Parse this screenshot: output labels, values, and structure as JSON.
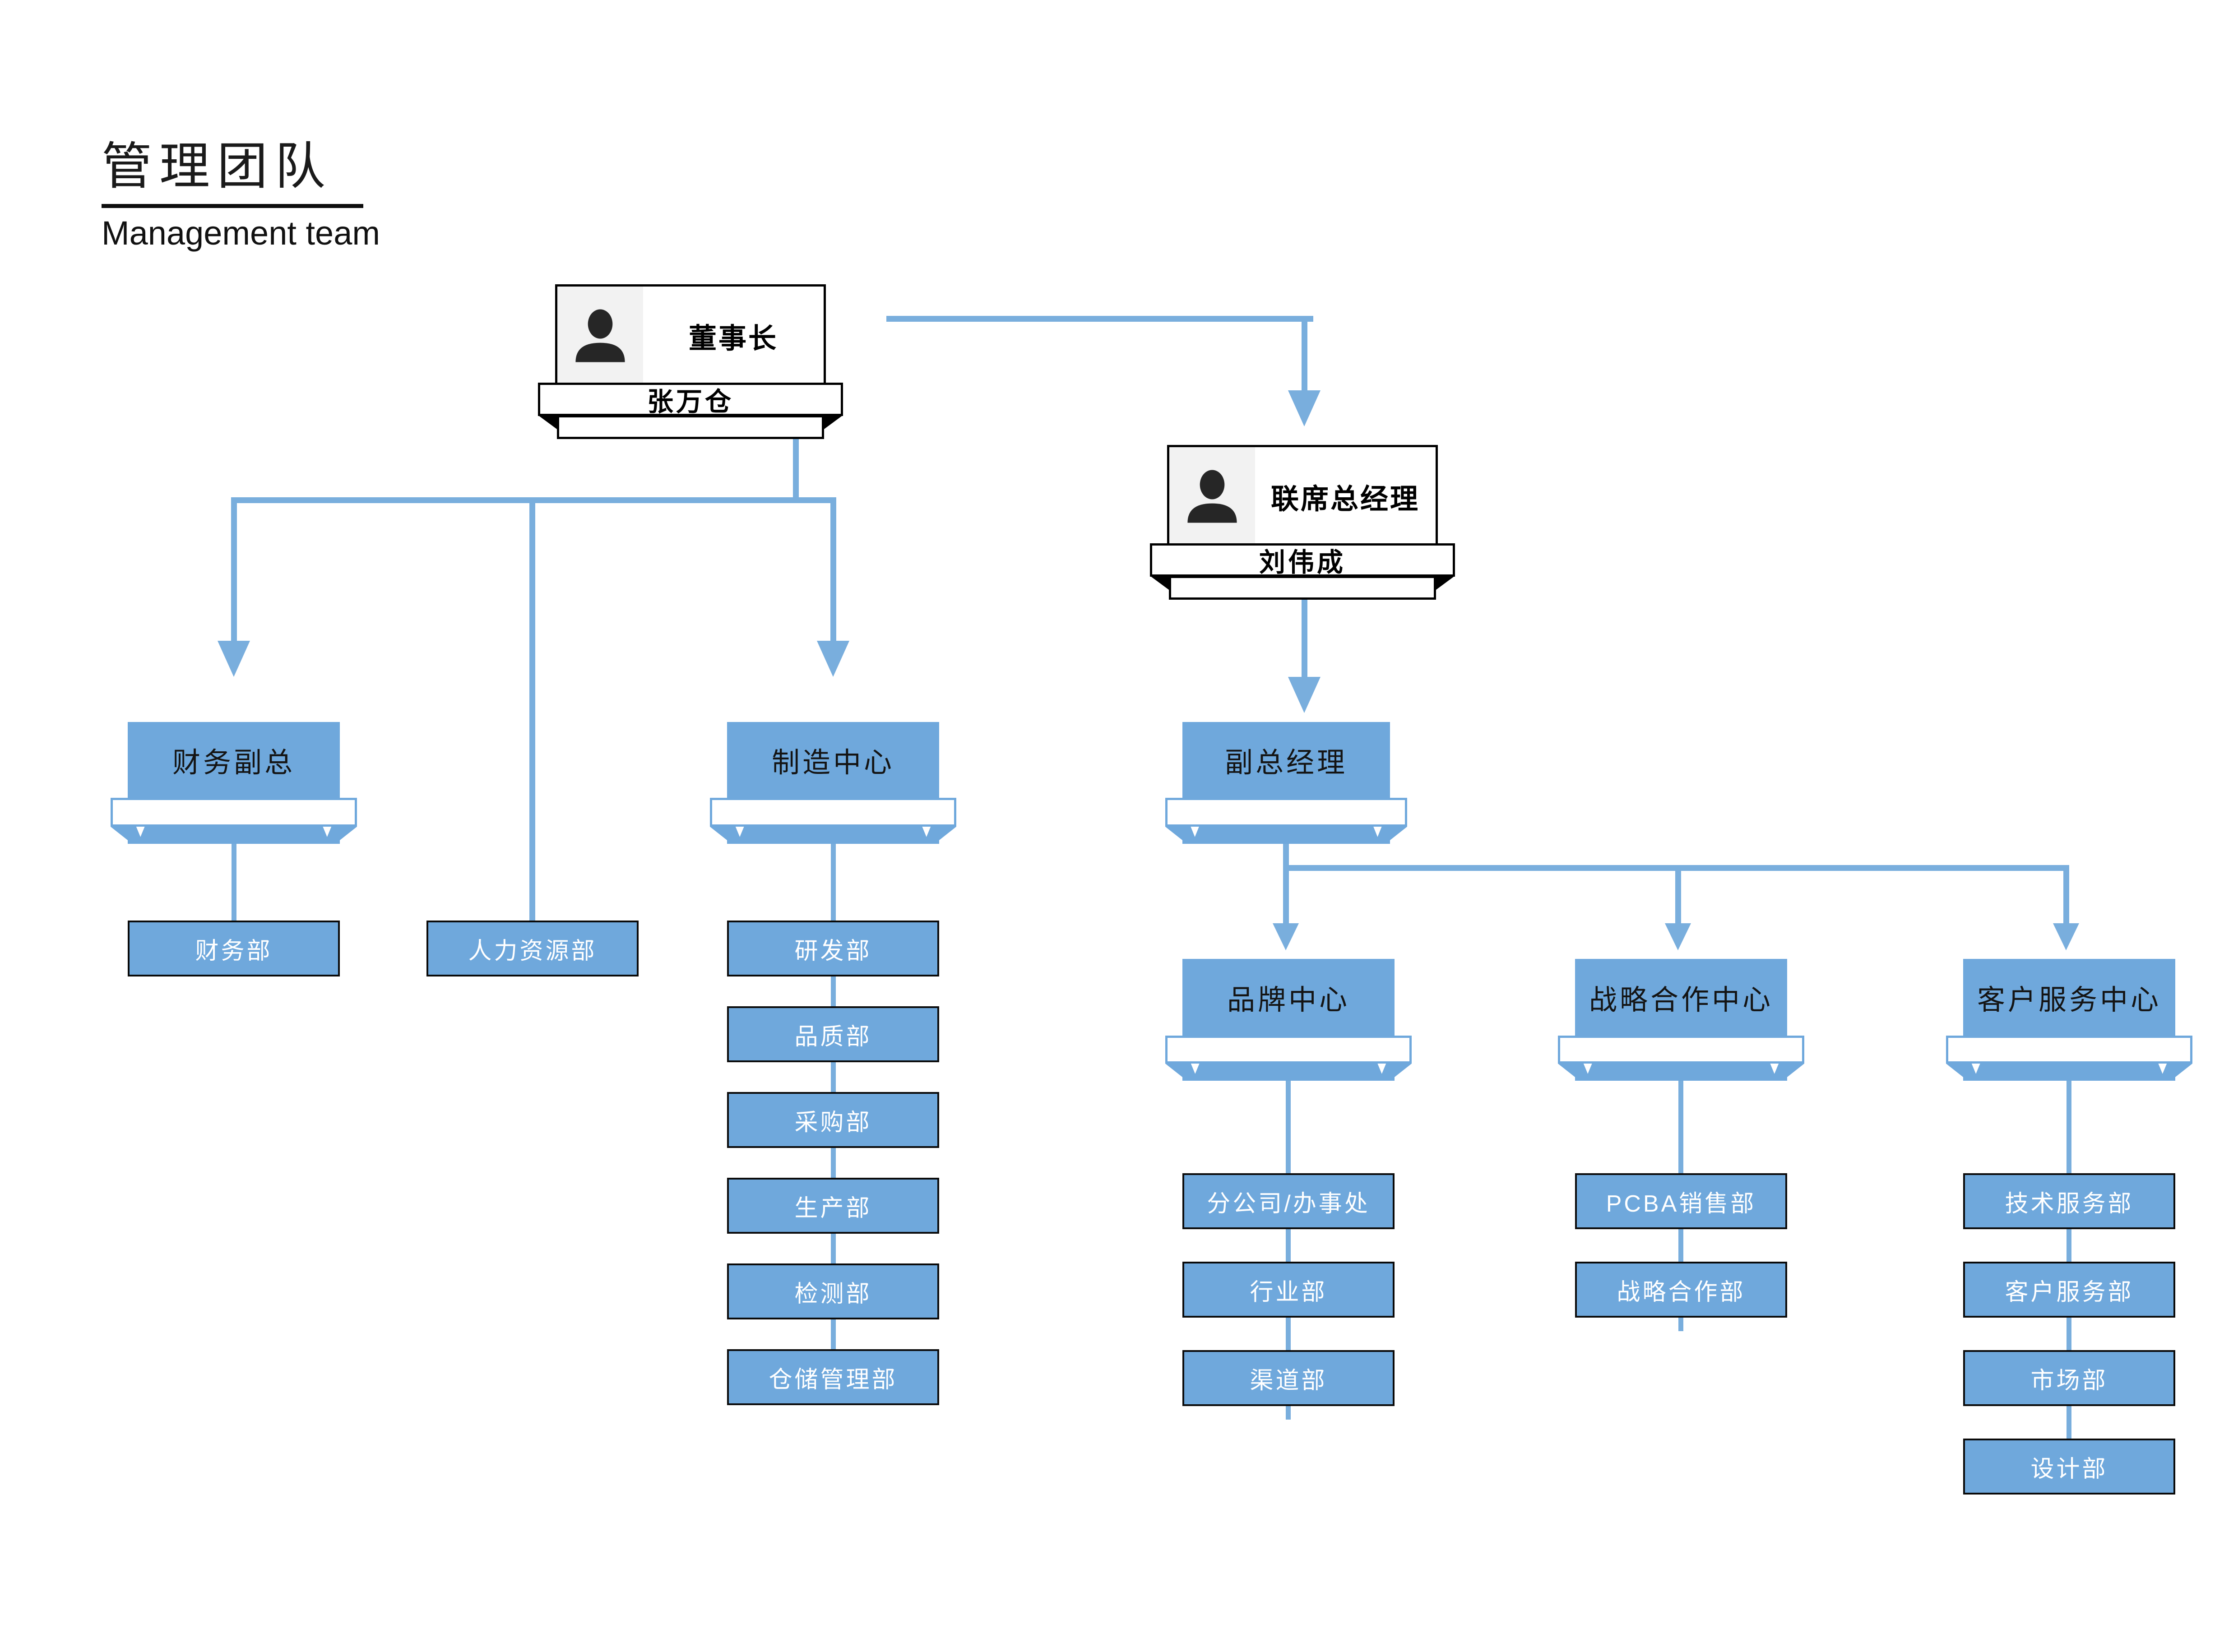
{
  "title": {
    "zh": "管理团队",
    "en": "Management team"
  },
  "colors": {
    "box_blue": "#6fa8dc",
    "connector_blue": "#79aedd",
    "border_black": "#000000",
    "dept_text": "#ffffff",
    "photo_bg": "#f2f2f2",
    "title_text": "#1a1a1a"
  },
  "icons": {
    "person": "person-silhouette-icon"
  },
  "org": {
    "chairman": {
      "role": "董事长",
      "name": "张万仓"
    },
    "co_gm": {
      "role": "联席总经理",
      "name": "刘伟成"
    },
    "finance_vp": {
      "label": "财务副总"
    },
    "manufacturing": {
      "label": "制造中心",
      "depts": [
        "研发部",
        "品质部",
        "采购部",
        "生产部",
        "检测部",
        "仓储管理部"
      ]
    },
    "deputy_gm": {
      "label": "副总经理"
    },
    "finance_dept": {
      "label": "财务部"
    },
    "hr_dept": {
      "label": "人力资源部"
    },
    "brand": {
      "label": "品牌中心",
      "depts": [
        "分公司/办事处",
        "行业部",
        "渠道部"
      ]
    },
    "strategy": {
      "label": "战略合作中心",
      "depts": [
        "PCBA销售部",
        "战略合作部"
      ]
    },
    "customer": {
      "label": "客户服务中心",
      "depts": [
        "技术服务部",
        "客户服务部",
        "市场部",
        "设计部"
      ]
    }
  }
}
